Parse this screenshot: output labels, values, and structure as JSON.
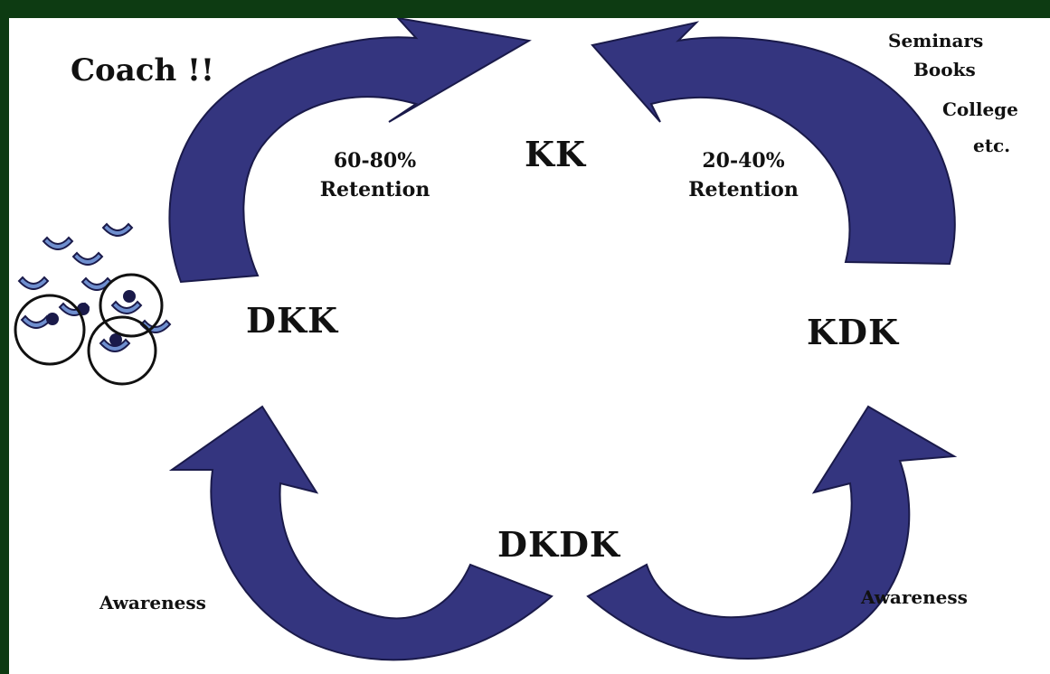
{
  "diagram": {
    "stages": {
      "kk": "KK",
      "kdk": "KDK",
      "dkdk": "DKDK",
      "dkk": "DKK"
    },
    "coach": "Coach !!",
    "left_retention": {
      "percent": "60-80%",
      "label": "Retention"
    },
    "right_retention": {
      "percent": "20-40%",
      "label": "Retention"
    },
    "sources": [
      "Seminars",
      "Books",
      "College",
      "etc."
    ],
    "awareness_left": "Awareness",
    "awareness_right": "Awareness",
    "colors": {
      "arrow_fill": "#34357f",
      "arrow_stroke": "#1a1a4a",
      "figure_fill": "#6f8fcf",
      "background_border": "#0d3b12"
    }
  }
}
